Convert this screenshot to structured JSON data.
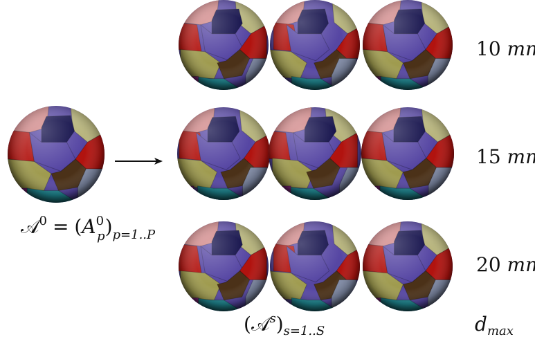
{
  "row_labels": [
    {
      "value": "10",
      "unit": "mm"
    },
    {
      "value": "15",
      "unit": "mm"
    },
    {
      "value": "20",
      "unit": "mm"
    }
  ],
  "labels": {
    "initial_set": {
      "symbol": "𝒜",
      "sup": "0",
      "eq": "=",
      "lparen": "(",
      "var": "A",
      "var_sup": "0",
      "var_sub": "p",
      "rparen": ")",
      "index_sub": "p=1..P"
    },
    "resulting_sets": {
      "lparen": "(",
      "symbol": "𝒜",
      "sup": "s",
      "rparen": ")",
      "index_sub": "s=1..S"
    },
    "dmax": {
      "base": "d",
      "sub": "max"
    }
  },
  "palette": {
    "navy": "#0d0a46",
    "purple": "#5646a3",
    "red": "#b1130f",
    "olive": "#9f9b4f",
    "brown": "#4b3118",
    "teal": "#208b95",
    "pink": "#cf8283",
    "magenta": "#8d2c86",
    "grey_blue": "#7f8aa6",
    "light_olive": "#b7b47b",
    "dark_red": "#86121a"
  },
  "arrow": {
    "color": "#111111"
  }
}
